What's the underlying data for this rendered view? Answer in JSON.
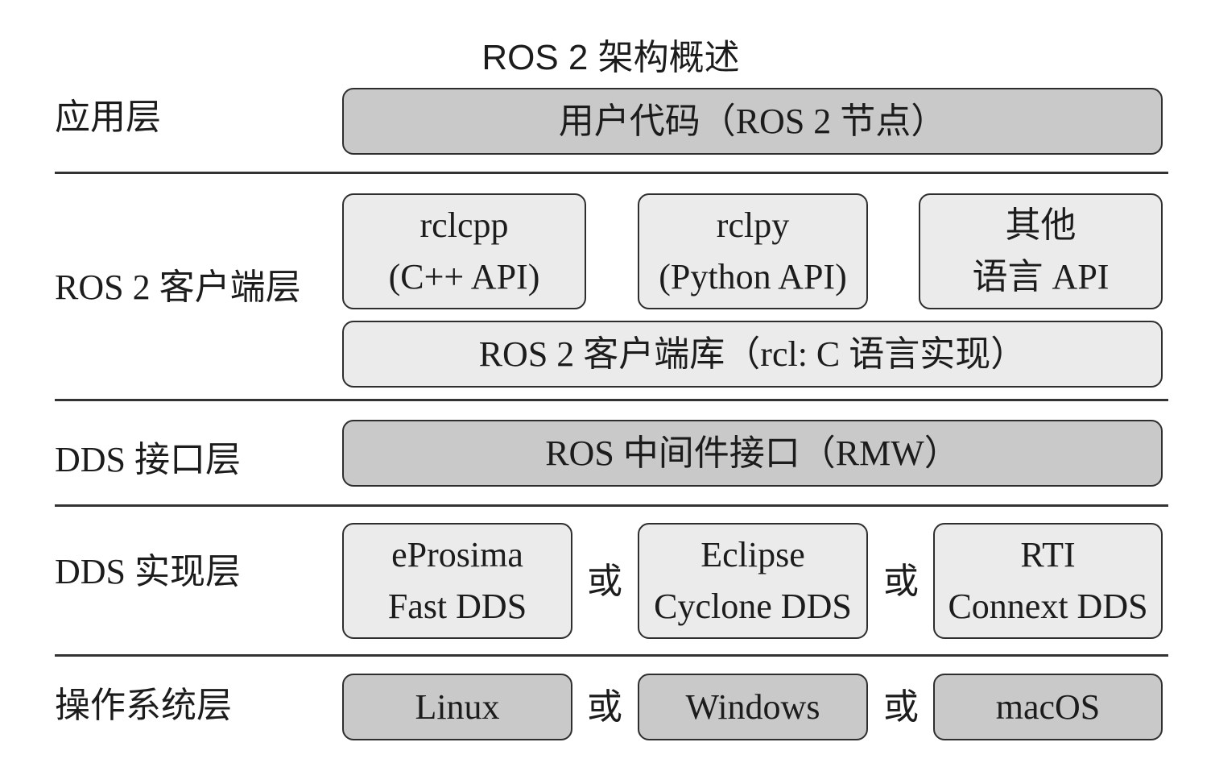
{
  "title": "ROS 2 架构概述",
  "layers": {
    "application": {
      "label": "应用层",
      "box": "用户代码（ROS 2 节点）"
    },
    "client": {
      "label": "ROS 2 客户端层",
      "apis": [
        {
          "line1": "rclcpp",
          "line2": "(C++ API)"
        },
        {
          "line1": "rclpy",
          "line2": "(Python API)"
        },
        {
          "line1": "其他",
          "line2": "语言 API"
        }
      ],
      "library": "ROS 2 客户端库（rcl: C 语言实现）"
    },
    "dds_interface": {
      "label": "DDS 接口层",
      "box": "ROS 中间件接口（RMW）"
    },
    "dds_impl": {
      "label": "DDS 实现层",
      "impls": [
        {
          "line1": "eProsima",
          "line2": "Fast DDS"
        },
        {
          "line1": "Eclipse",
          "line2": "Cyclone DDS"
        },
        {
          "line1": "RTI",
          "line2": "Connext DDS"
        }
      ]
    },
    "os": {
      "label": "操作系统层",
      "systems": [
        "Linux",
        "Windows",
        "macOS"
      ]
    }
  },
  "or_text": "或",
  "colors": {
    "dark_box": "#c9c9c9",
    "light_box": "#ebebeb",
    "border": "#2e2e2e"
  }
}
